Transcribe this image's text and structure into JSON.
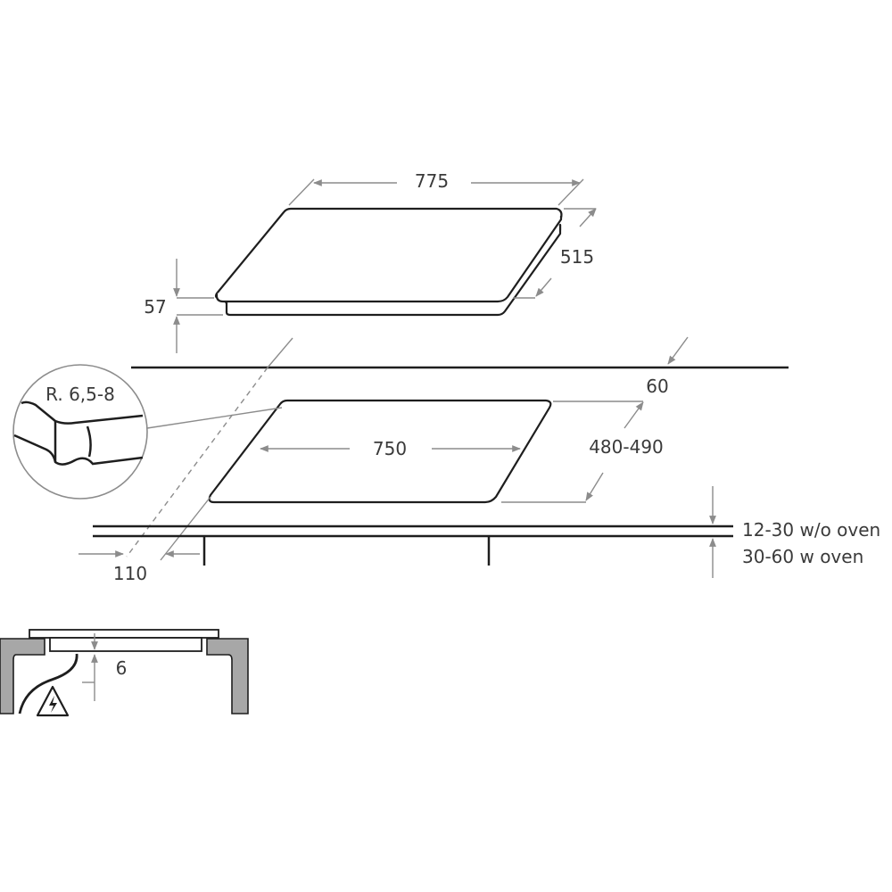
{
  "dimensions": {
    "width": "775",
    "depth": "515",
    "height": "57",
    "rear_clearance": "60",
    "cutout_width": "750",
    "cutout_depth": "480-490",
    "front_clearance": "110",
    "corner_radius": "R. 6,5-8",
    "worktop_without_oven": "12-30 w/o oven",
    "worktop_with_oven": "30-60 w oven",
    "under_gap": "6"
  },
  "icons": {
    "electrical_warning": "high-voltage-warning-icon"
  },
  "colors": {
    "line": "#1e1e1e",
    "dimension": "#8c8c8c",
    "wall": "#a7a7a7",
    "text": "#3a3a3a"
  }
}
